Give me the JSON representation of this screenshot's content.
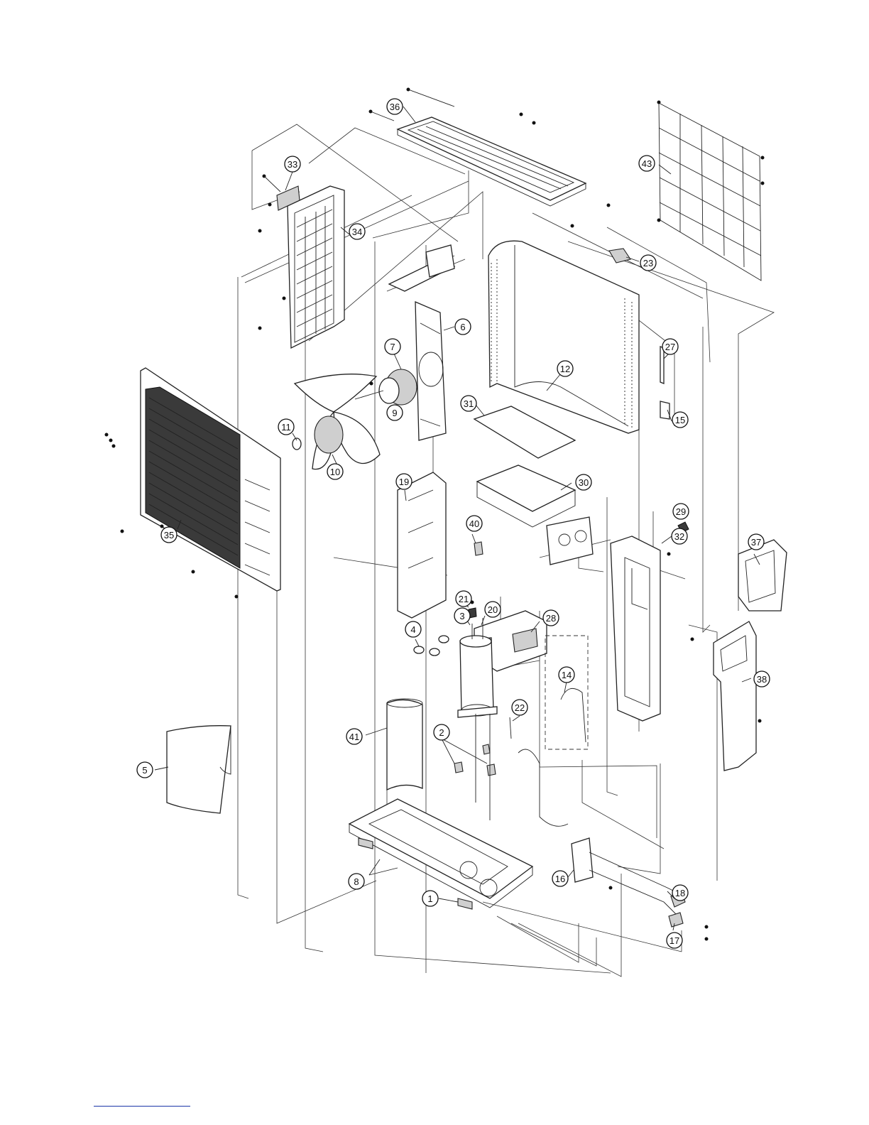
{
  "diagram": {
    "callouts": [
      {
        "label": "1"
      },
      {
        "label": "2"
      },
      {
        "label": "3"
      },
      {
        "label": "4"
      },
      {
        "label": "5"
      },
      {
        "label": "6"
      },
      {
        "label": "7"
      },
      {
        "label": "8"
      },
      {
        "label": "9"
      },
      {
        "label": "10"
      },
      {
        "label": "11"
      },
      {
        "label": "12"
      },
      {
        "label": "14"
      },
      {
        "label": "15"
      },
      {
        "label": "16"
      },
      {
        "label": "17"
      },
      {
        "label": "18"
      },
      {
        "label": "19"
      },
      {
        "label": "20"
      },
      {
        "label": "21"
      },
      {
        "label": "22"
      },
      {
        "label": "23"
      },
      {
        "label": "27"
      },
      {
        "label": "28"
      },
      {
        "label": "29"
      },
      {
        "label": "30"
      },
      {
        "label": "31"
      },
      {
        "label": "32"
      },
      {
        "label": "33"
      },
      {
        "label": "34"
      },
      {
        "label": "35"
      },
      {
        "label": "36"
      },
      {
        "label": "37"
      },
      {
        "label": "38"
      },
      {
        "label": "40"
      },
      {
        "label": "41"
      },
      {
        "label": "43"
      }
    ]
  },
  "colors": {
    "line": "#222222",
    "footer_rule": "#1a35a8"
  }
}
